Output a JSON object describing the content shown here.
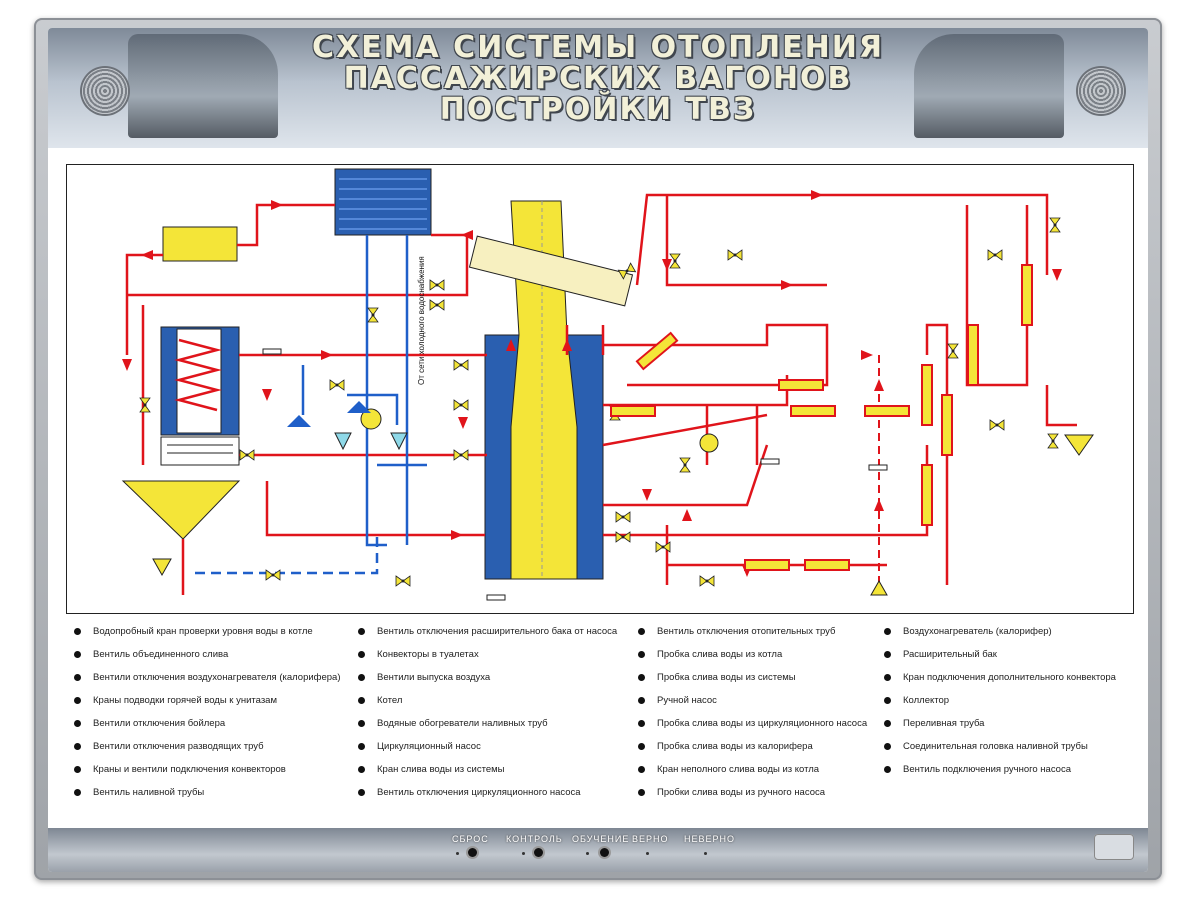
{
  "title": {
    "line1": "СХЕМА СИСТЕМЫ ОТОПЛЕНИЯ",
    "line2": "ПАССАЖИРСКИХ ВАГОНОВ",
    "line3": "ПОСТРОЙКИ ТВЗ"
  },
  "diagram": {
    "vertical_pipe_label": "От сети холодного водоснабжения"
  },
  "colors": {
    "hot_pipe": "#e0141b",
    "cold_pipe": "#1f5fc9",
    "fixture_yellow": "#f4e538",
    "tank_blue": "#2a5fb0",
    "outline": "#222222"
  },
  "legend": {
    "col1": [
      "Водопробный кран проверки уровня воды в котле",
      "Вентиль объединенного слива",
      "Вентили отключения воздухонагревателя (калорифера)",
      "Краны подводки горячей воды к унитазам",
      "Вентили отключения бойлера",
      "Вентили отключения разводящих труб",
      "Краны и вентили подключения конвекторов",
      "Вентиль наливной трубы"
    ],
    "col2": [
      "Вентиль отключения расширительного бака от насоса",
      "Конвекторы в туалетах",
      "Вентили выпуска воздуха",
      "Котел",
      "Водяные обогреватели наливных труб",
      "Циркуляционный насос",
      "Кран слива воды из системы",
      "Вентиль отключения циркуляционного насоса"
    ],
    "col3": [
      "Вентиль отключения отопительных труб",
      "Пробка слива воды из котла",
      "Пробка слива воды из системы",
      "Ручной насос",
      "Пробка слива воды из циркуляционного насоса",
      "Пробка слива воды из калорифера",
      "Кран неполного слива воды из котла",
      "Пробки слива воды из ручного насоса"
    ],
    "col4": [
      "Воздухонагреватель (калорифер)",
      "Расширительный бак",
      "Кран подключения дополнительного конвектора",
      "Коллектор",
      "Переливная труба",
      "Соединительная головка наливной трубы",
      "Вентиль подключения ручного насоса"
    ]
  },
  "controls": {
    "reset": "СБРОС",
    "control": "КОНТРОЛЬ",
    "training": "ОБУЧЕНИЕ",
    "correct": "ВЕРНО",
    "incorrect": "НЕВЕРНО"
  }
}
